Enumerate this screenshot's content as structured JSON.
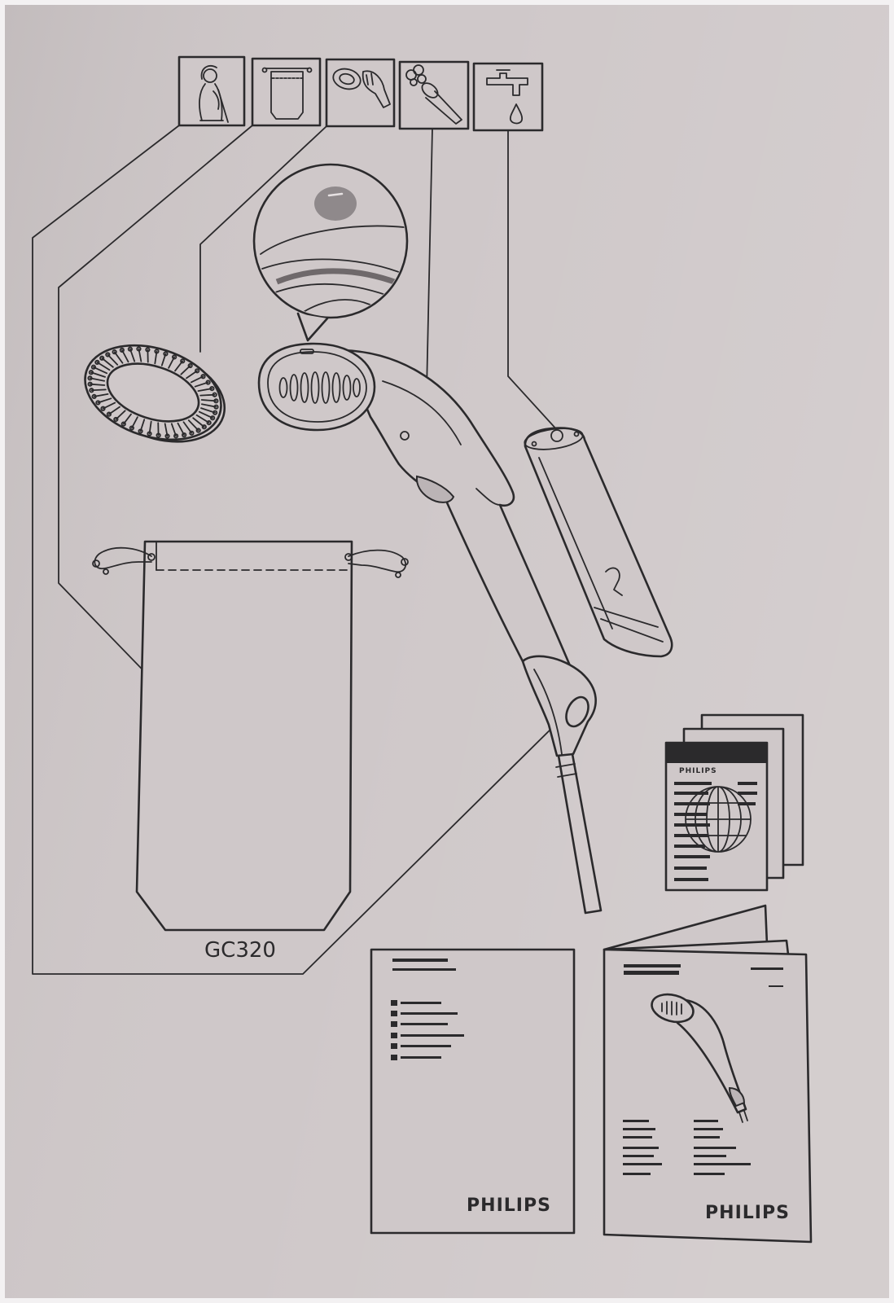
{
  "document": {
    "model_label": "GC320",
    "leaflet_brand": "PHILIPS",
    "manual_left_brand": "PHILIPS",
    "manual_right_brand": "PHILIPS"
  },
  "icons": [
    "person-icon",
    "pouch-icon",
    "brush-attachment-icon",
    "steam-nozzle-icon",
    "water-tap-icon"
  ],
  "colors": {
    "paper": "#cfc8c9",
    "ink": "#2b2a2c",
    "shade": "#8f898b"
  }
}
